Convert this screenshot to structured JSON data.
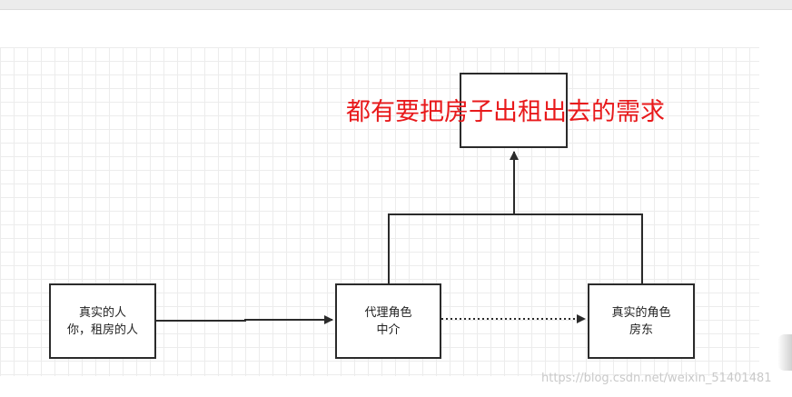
{
  "diagram": {
    "top_box": {
      "lines": []
    },
    "caption": "都有要把房子出租出去的需求",
    "real_person_box": {
      "line1": "真实的人",
      "line2": "你，租房的人"
    },
    "proxy_box": {
      "line1": "代理角色",
      "line2": "中介"
    },
    "landlord_box": {
      "line1": "真实的角色",
      "line2": "房东"
    }
  },
  "watermark": "https://blog.csdn.net/weixin_51401481",
  "colors": {
    "caption": "#e8191b",
    "line": "#2b2b2b",
    "grid": "#ececec"
  }
}
